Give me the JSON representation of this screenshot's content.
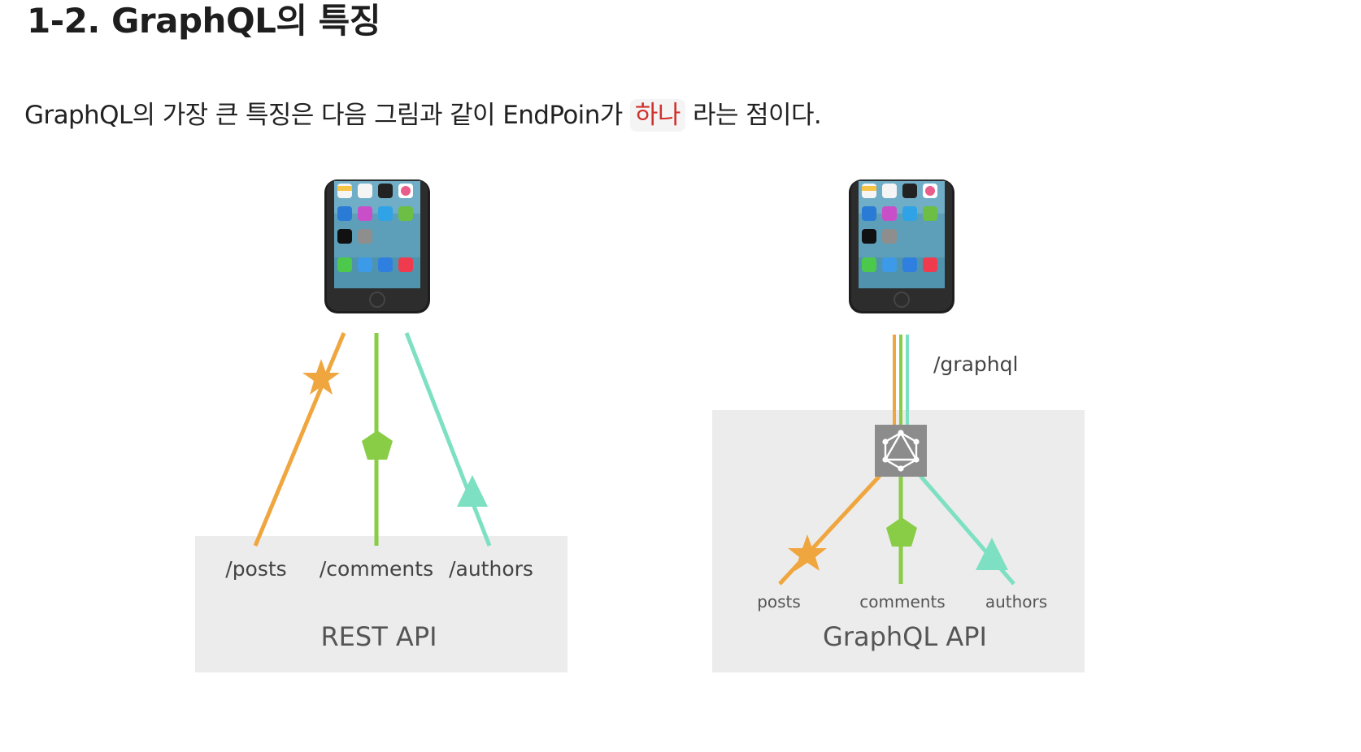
{
  "heading": "1-2. GraphQL의 특징",
  "paragraph": {
    "before": "GraphQL의 가장 큰 특징은 다음 그림과 같이 EndPoin가 ",
    "code": "하나",
    "after": " 라는 점이다."
  },
  "rest_diagram": {
    "box_title": "REST API",
    "endpoints": [
      "/posts",
      "/comments",
      "/authors"
    ]
  },
  "graphql_diagram": {
    "box_title": "GraphQL API",
    "endpoint": "/graphql",
    "resources": [
      "posts",
      "comments",
      "authors"
    ]
  },
  "colors": {
    "orange": "#f0a63f",
    "green": "#88cd45",
    "teal": "#7ee0c2",
    "box_bg": "#ececec",
    "hub": "#8c8c8c"
  }
}
